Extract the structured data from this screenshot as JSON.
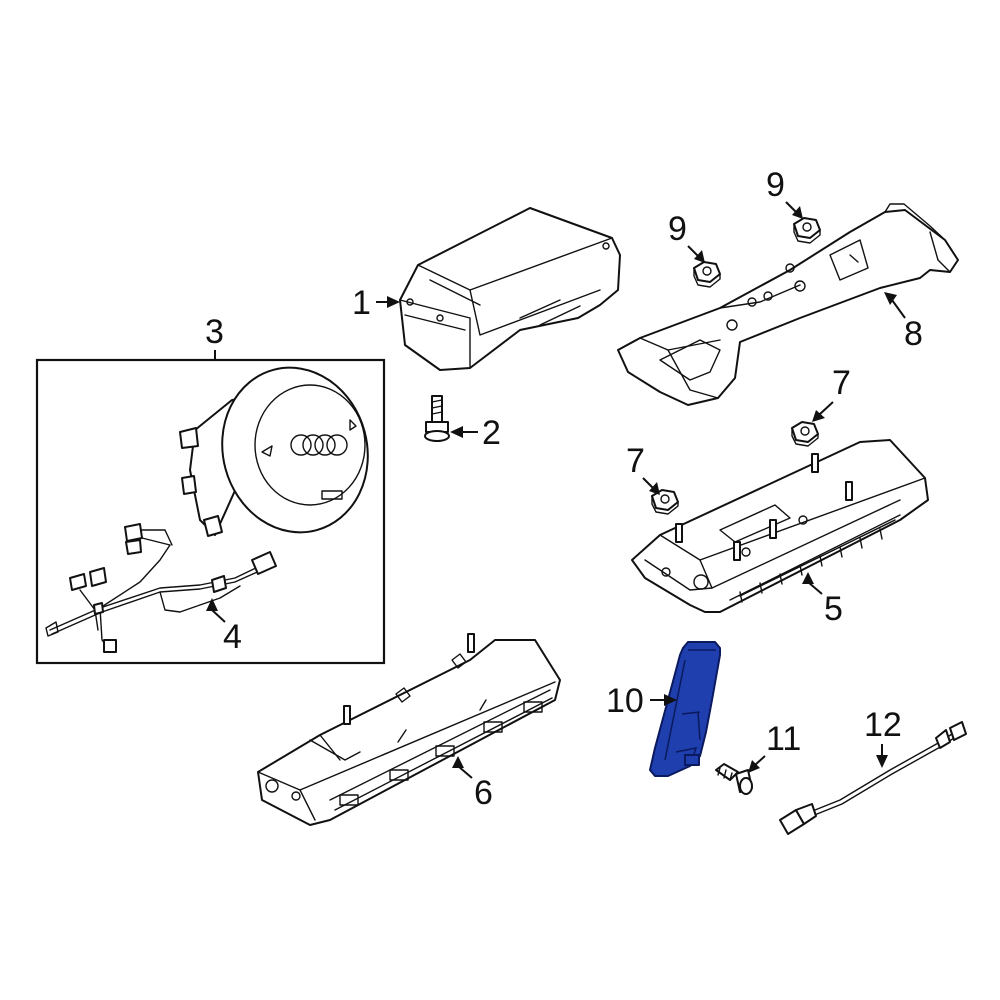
{
  "callouts": {
    "c1": "1",
    "c2": "2",
    "c3": "3",
    "c4": "4",
    "c5": "5",
    "c6": "6",
    "c7a": "7",
    "c7b": "7",
    "c8": "8",
    "c9a": "9",
    "c9b": "9",
    "c10": "10",
    "c11": "11",
    "c12": "12"
  },
  "colors": {
    "highlight": "#1f3fae",
    "line": "#111111",
    "background": "#ffffff"
  }
}
